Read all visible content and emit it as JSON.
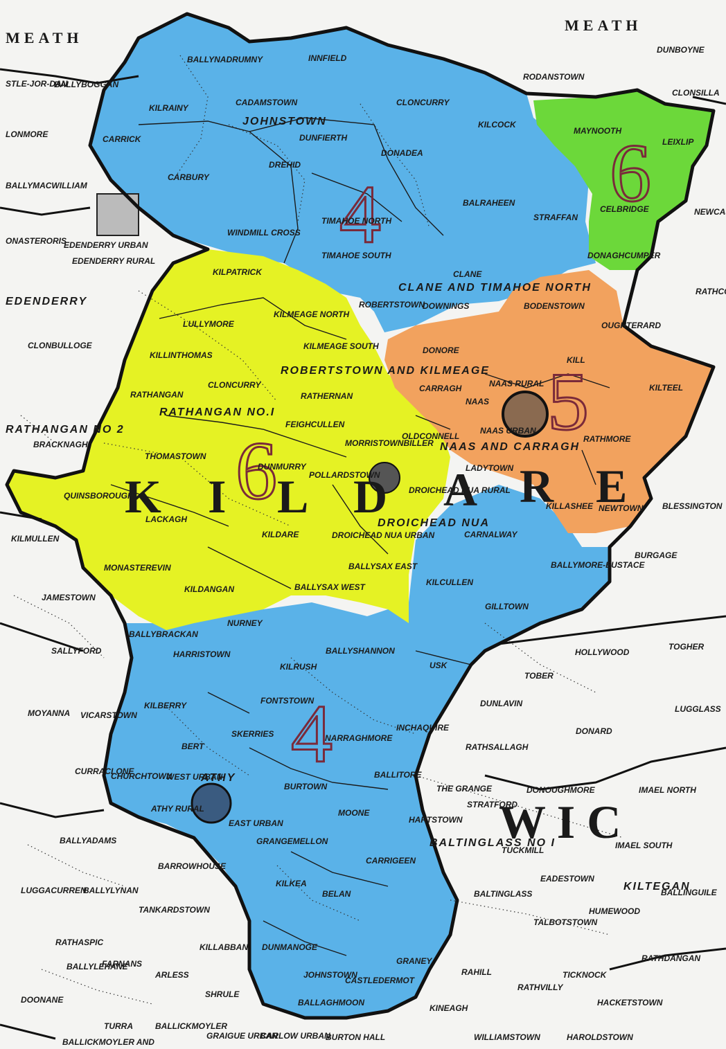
{
  "colors": {
    "background": "#f4f4f2",
    "area_4": "#5ab2e8",
    "area_6_west": "#e5f224",
    "area_5": "#f2a25e",
    "area_6_east": "#6cd83a",
    "handwriting": "#7a2a3a"
  },
  "county_labels": {
    "meath_left": "MEATH",
    "meath_right": "MEATH",
    "wicklow_partial": "W I C",
    "kildare_letters": [
      "K",
      "I",
      "L",
      "D",
      "A",
      "R",
      "E"
    ]
  },
  "area_numbers": {
    "north": "4",
    "west": "6",
    "east": "5",
    "northeast": "6",
    "south": "4"
  },
  "regions": {
    "johnstown": "JOHNSTOWN",
    "clane": "CLANE AND TIMAHOE NORTH",
    "robertstown": "ROBERTSTOWN AND KILMEAGE",
    "rathangan": "RATHANGAN NO.I",
    "naas": "NAAS AND CARRAGH",
    "droichead": "DROICHEAD NUA",
    "athy": "ATHY",
    "baltinglass": "BALTINGLASS NO I",
    "kiltegan": "KILTEGAN",
    "edenderry": "EDENDERRY",
    "rathangan2": "RATHANGAN NO 2"
  },
  "place_names": [
    "BALLYNADRUMNY",
    "INNFIELD",
    "DUNBOYNE",
    "RODANSTOWN",
    "CLONSILLA",
    "BALLYBOGGAN",
    "STLE-JOR-DAN",
    "KILRAINY",
    "CADAMSTOWN",
    "CLONCURRY",
    "KILCOCK",
    "MAYNOOTH",
    "LEIXLIP",
    "LONMORE",
    "CARRICK",
    "DUNFIERTH",
    "DONADEA",
    "DREHID",
    "CARBURY",
    "BALLYMACWILLIAM",
    "BALRAHEEN",
    "STRAFFAN",
    "CELBRIDGE",
    "NEWCASTLE",
    "WINDMILL CROSS",
    "TIMAHOE NORTH",
    "TIMAHOE SOUTH",
    "ONASTERORIS",
    "EDENDERRY URBAN",
    "EDENDERRY RURAL",
    "DONAGHCUMPER",
    "KILPATRICK",
    "CLANE",
    "DOWNINGS",
    "ROBERTSTOWN",
    "RATHCOOLE",
    "BODENSTOWN",
    "LULLYMORE",
    "KILMEAGE NORTH",
    "KILMEAGE SOUTH",
    "OUGHTERARD",
    "CLONBULLOGE",
    "DONORE",
    "KILL",
    "KILLINTHOMAS",
    "CLONCURRY",
    "CARRAGH",
    "NAAS RURAL",
    "NAAS",
    "KILTEEL",
    "RATHANGAN",
    "RATHERNAN",
    "BRACKNAGH",
    "FEIGHCULLEN",
    "MORRISTOWNBILLER",
    "OLDCONNELL",
    "NAAS URBAN",
    "LADYTOWN",
    "RATHMORE",
    "THOMASTOWN",
    "DUNMURRY",
    "POLLARDSTOWN",
    "DROICHEAD NUA RURAL",
    "KILLASHEE",
    "QUINSBOROUGH",
    "LACKAGH",
    "DROICHEAD NUA URBAN",
    "NEWTOWN",
    "BLESSINGTON",
    "KILMULLEN",
    "KILDARE",
    "CARNALWAY",
    "BURGAGE",
    "MONASTEREVIN",
    "BALLYSAX EAST",
    "BALLYMORE-EUSTACE",
    "JAMESTOWN",
    "KILDANGAN",
    "BALLYSAX WEST",
    "KILCULLEN",
    "GILLTOWN",
    "NURNEY",
    "BALLYBRACKAN",
    "SALLYFORD",
    "HARRISTOWN",
    "BALLYSHANNON",
    "HOLLYWOOD",
    "TOGHER",
    "KILRUSH",
    "USK",
    "TOBER",
    "MOYANNA",
    "VICARSTOWN",
    "KILBERRY",
    "FONTSTOWN",
    "DUNLAVIN",
    "LUGGLASS",
    "SKERRIES",
    "NARRAGHMORE",
    "INCHAQUIRE",
    "RATHSALLAGH",
    "DONARD",
    "BERT",
    "CURRACLONE",
    "CHURCHTOWN",
    "WEST URBAN",
    "BURTOWN",
    "BALLITORE",
    "THE GRANGE",
    "DONOUGHMORE",
    "IMAEL NORTH",
    "ATHY RURAL",
    "EAST URBAN",
    "MOONE",
    "STRATFORD",
    "HARTSTOWN",
    "GRANGEMELLON",
    "TUCKMILL",
    "IMAEL SOUTH",
    "BALLYADAMS",
    "BARROWHOUSE",
    "CARRIGEEN",
    "EADESTOWN",
    "BALLINGUILE",
    "LUGGACURREN",
    "BALLYLYNAN",
    "KILKEA",
    "BELAN",
    "BALTINGLASS",
    "HUMEWOOD",
    "TANKARDSTOWN",
    "TALBOTSTOWN",
    "RATHASPIC",
    "KILLABBAN",
    "DUNMANOGE",
    "GRANEY",
    "RATHDANGAN",
    "BALLYLEHANE",
    "FARNANS",
    "ARLESS",
    "JOHNSTOWN",
    "CASTLEDERMOT",
    "RAHILL",
    "RATHVILLY",
    "TICKNOCK",
    "DOONANE",
    "SHRULE",
    "BALLAGHMOON",
    "KINEAGH",
    "HACKETSTOWN",
    "TURRA",
    "BALLICKMOYLER",
    "GRAIGUE URBAN",
    "CARLOW URBAN",
    "BURTON HALL",
    "WILLIAMSTOWN",
    "HAROLDSTOWN",
    "BALLICKMOYLER AND"
  ]
}
